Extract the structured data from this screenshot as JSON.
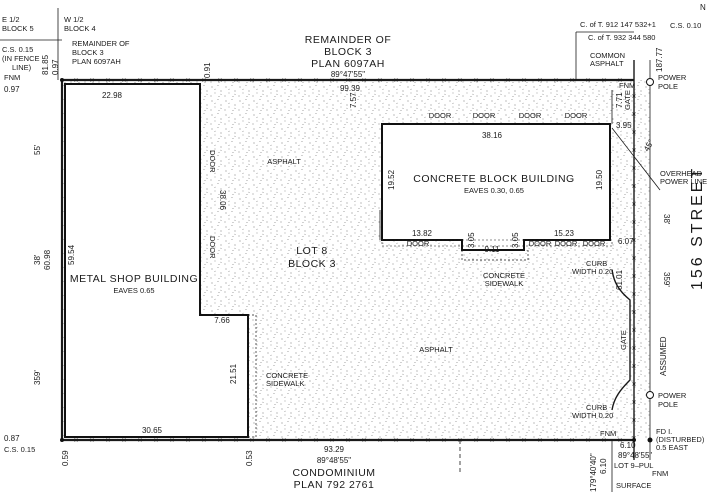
{
  "labels": {
    "top_left_block5": "E 1/2",
    "top_left_block5b": "BLOCK 5",
    "top_left_block4": "W 1/2",
    "top_left_block4b": "BLOCK 4",
    "cs_015_top": "C.S. 0.15",
    "in_fence_line": "(IN FENCE",
    "in_fence_line2": "LINE)",
    "remainder_left_1": "REMAINDER OF",
    "remainder_left_2": "BLOCK 3",
    "remainder_left_3": "PLAN 6097AH",
    "remainder_top_1": "REMAINDER OF",
    "remainder_top_2": "BLOCK 3",
    "remainder_top_3": "PLAN 6097AH",
    "bearing_top": "89°47'55\"",
    "cot_1": "C. of T. 912 147 532+1",
    "cot_2": "C. of T. 932 344 580",
    "cs_010": "C.S. 0.10",
    "common_asphalt_1": "COMMON",
    "common_asphalt_2": "ASPHALT",
    "fnm": "FNM",
    "power_pole": "POWER",
    "power_pole2": "POLE",
    "gate": "GATE",
    "door": "DOOR",
    "asphalt": "ASPHALT",
    "concrete_block_building": "CONCRETE BLOCK BUILDING",
    "eaves_concrete": "EAVES 0.30, 0.65",
    "lot8": "LOT 8",
    "block3": "BLOCK 3",
    "metal_shop_building": "METAL SHOP BUILDING",
    "eaves_metal": "EAVES 0.65",
    "concrete_sidewalk_1": "CONCRETE",
    "concrete_sidewalk_2": "SIDEWALK",
    "curb": "CURB",
    "curb_width": "WIDTH 0.20",
    "overhead_1": "OVERHEAD",
    "overhead_2": "POWER LINE",
    "street": "156 STREET",
    "assumed": "ASSUMED",
    "fd_1": "FD I.",
    "fd_2": "(DISTURBED)",
    "fd_3": "0.5 EAST",
    "bearing_bottom": "89°48'55\"",
    "bearing_bottom_right": "89°48'55\"",
    "lot9_pul": "LOT 9–PUL",
    "condominium": "CONDOMINIUM",
    "condo_plan": "PLAN 792 2761",
    "surface": "SURFACE",
    "cs_015_bottom": "C.S. 0.15",
    "bearing_vertical": "179°40'40\"",
    "angle_45": "45°",
    "north": "N"
  },
  "dims": {
    "d_0_97": "0.97",
    "d_0_97b": "0.97",
    "d_81_85": "81.85",
    "d_0_91": "0.91",
    "d_99_39": "99.39",
    "d_7_57": "7.57",
    "d_187_77": "187.77",
    "d_7_71": "7.71",
    "d_3_95": "3.95",
    "d_22_98": "22.98",
    "d_38_06": "38.06",
    "d_38_16": "38.16",
    "d_19_52": "19.52",
    "d_19_50": "19.50",
    "d_13_82": "13.82",
    "d_3_05a": "3.05",
    "d_9_11": "9.11",
    "d_3_05b": "3.05",
    "d_15_23": "15.23",
    "d_6_07": "6.07",
    "d_61_01": "61.01",
    "d_59_54": "59.54",
    "d_60_98": "60.98",
    "d_7_66": "7.66",
    "d_21_51": "21.51",
    "d_30_65": "30.65",
    "d_0_87": "0.87",
    "d_0_59": "0.59",
    "d_0_53": "0.53",
    "d_93_29": "93.29",
    "d_6_10": "6.10",
    "d_6_10b": "6.10",
    "d_55": "55'",
    "d_38l": "38'",
    "d_359l": "359'",
    "d_38r": "38'",
    "d_359r": "359'"
  }
}
